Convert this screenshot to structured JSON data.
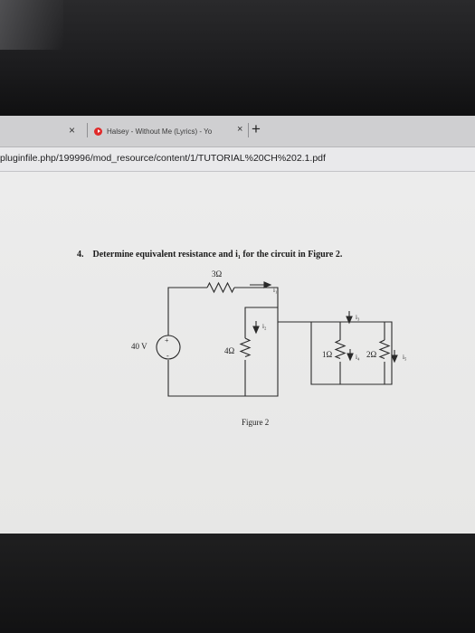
{
  "browser": {
    "prev_tab_close": "×",
    "active_tab": {
      "title": "Halsey - Without Me (Lyrics) - Yo",
      "close": "×"
    },
    "new_tab": "+",
    "url": "pluginfile.php/199996/mod_resource/content/1/TUTORIAL%20CH%202.1.pdf"
  },
  "document": {
    "question_number": "4.",
    "question_text": "Determine equivalent resistance and i₁ for the circuit in Figure 2.",
    "figure": {
      "caption": "Figure 2",
      "source_label": "40 V",
      "source_plus": "+",
      "source_minus": "-",
      "r_top": "3Ω",
      "r_mid": "4Ω",
      "r_1": "1Ω",
      "r_2": "2Ω",
      "current_i1": "i₁",
      "current_i2": "i₂",
      "current_i3": "i₃",
      "current_i4": "i₄",
      "current_i5": "i₅"
    }
  }
}
